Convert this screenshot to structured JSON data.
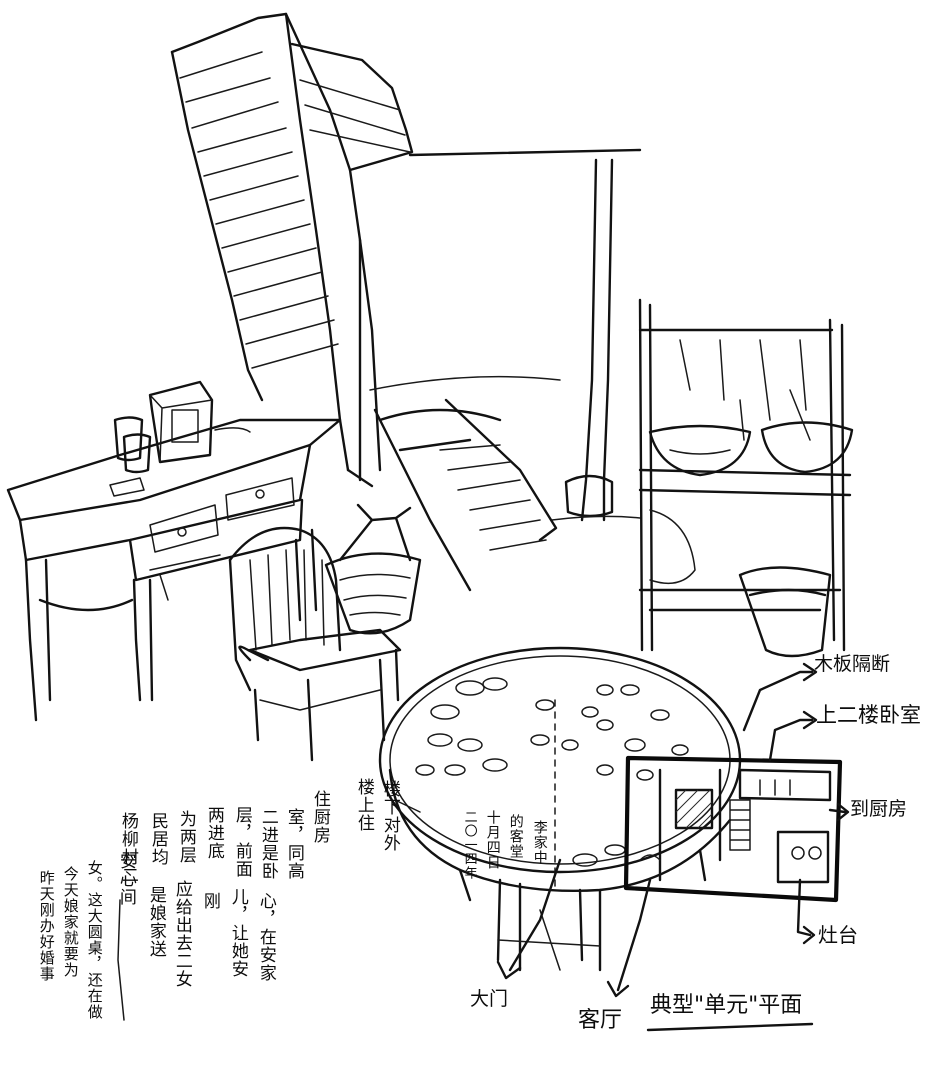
{
  "annotations": {
    "wood_partition": "木板隔断",
    "upstairs_bedroom": "上二楼卧室",
    "to_kitchen": "到厨房",
    "stove": "灶台",
    "main_door": "大门",
    "living_room": "客厅",
    "typical_unit_plan": "典型\"单元\"平面"
  },
  "notes": {
    "col1": "楼下对外",
    "col2": "楼上住",
    "col3": "住厨房",
    "col4": "室，同高",
    "col5": "二进是卧",
    "col6": "层，前面",
    "col7": "两进底",
    "col8": "为两层",
    "col9": "民居均",
    "col10": "杨柳村二",
    "col11": "心，在安家",
    "col12": "儿，让她安",
    "col13": "刚",
    "col14": "应给出去二女",
    "col15": "是娘家送",
    "col16": "安心间",
    "col17": "昨天刚办好婚事",
    "col18": "今天娘家就要为",
    "col19": "女。这大圆桌，还在做"
  },
  "date_note": {
    "line1": "李家中",
    "line2": "的客堂",
    "line3": "十月四日",
    "line4": "二〇一四年"
  }
}
